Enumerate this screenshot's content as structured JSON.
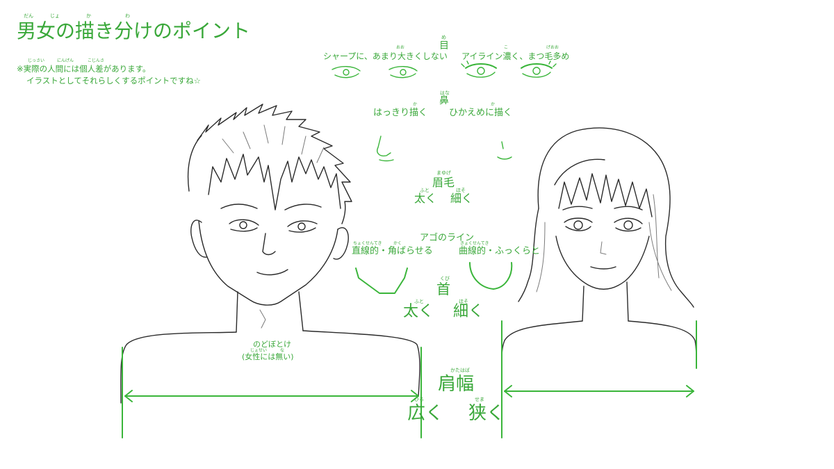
{
  "title": {
    "text": "男女の描き分けのポイント",
    "ruby": [
      "だん",
      "じょ",
      "か",
      "わ"
    ]
  },
  "note": {
    "line1": "※実際の人間には個人差があります。",
    "line2": "イラストとしてそれらしくするポイントですね☆",
    "ruby": [
      "じっさい",
      "にんげん",
      "こじんさ"
    ]
  },
  "eyes": {
    "heading": "目",
    "ruby": "め",
    "male": "シャープに、あまり大きくしない",
    "male_ruby": "おお",
    "female": "アイライン濃く、まつ毛多め",
    "female_ruby": [
      "こ",
      "げおお"
    ]
  },
  "nose": {
    "heading": "鼻",
    "ruby": "はな",
    "male": "はっきり描く",
    "male_ruby": "か",
    "female": "ひかえめに描く",
    "female_ruby": "か"
  },
  "eyebrows": {
    "heading": "眉毛",
    "ruby": "まゆげ",
    "male": "太く",
    "male_ruby": "ふと",
    "female": "細く",
    "female_ruby": "ほそ"
  },
  "jaw": {
    "heading": "アゴのライン",
    "male": "直線的・角ばらせる",
    "male_ruby": [
      "ちょくせんてき",
      "かく"
    ],
    "female": "曲線的・ふっくらと",
    "female_ruby": "きょくせんてき"
  },
  "neck": {
    "heading": "首",
    "ruby": "くび",
    "male": "太く",
    "male_ruby": "ふと",
    "female": "細く",
    "female_ruby": "ほそ"
  },
  "adams_apple": {
    "label": "のどぼとけ",
    "note": "(女性には無い)",
    "ruby": [
      "じょせい",
      "な"
    ]
  },
  "shoulders": {
    "heading": "肩幅",
    "ruby": "かたはば",
    "male": "広く",
    "male_ruby": "ひろ",
    "female": "狭く",
    "female_ruby": "せま"
  },
  "colors": {
    "accent": "#3aa83a",
    "line": "#2a2a2a"
  }
}
